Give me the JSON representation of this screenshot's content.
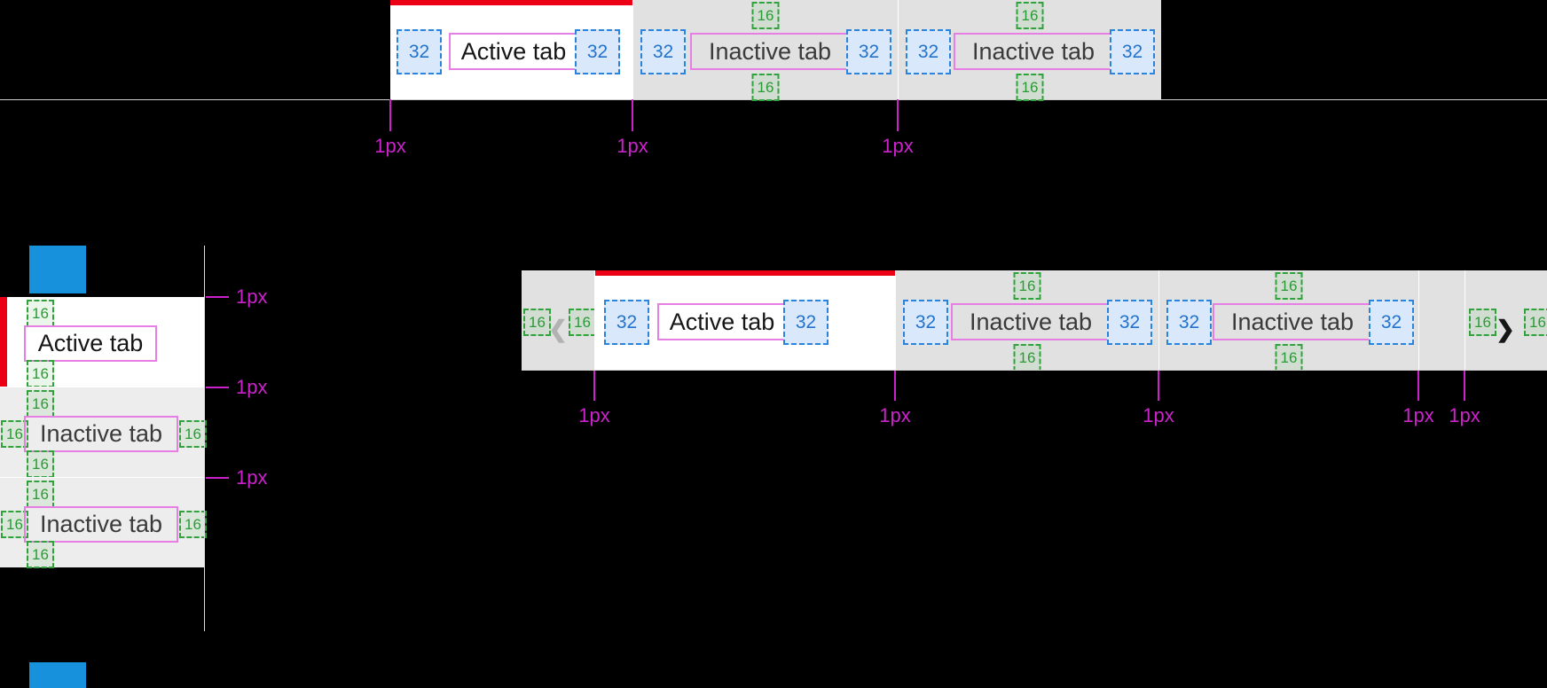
{
  "tokens": {
    "spacing_32": "32",
    "spacing_16": "16"
  },
  "labels": {
    "active_tab": "Active tab",
    "inactive_tab": "Inactive tab"
  },
  "icons": {
    "chevron_left_icon": "❮",
    "chevron_right_icon": "❯"
  },
  "colors": {
    "canvas_background": "#000000",
    "accent_red": "#ec0016",
    "tab_active_background": "#ffffff",
    "tab_inactive_background": "#e1e1e1",
    "divider_white": "#ffffff",
    "annotation_magenta": "#cb22cb",
    "spacing_16_green": "#2fa23c",
    "spacing_32_blue": "#2b83dc",
    "spacing_block_blue": "#1791dc",
    "label_outline_pink": "#e77ee3"
  },
  "top_tabbar": {
    "tabs": [
      {
        "label": "Active tab",
        "state": "active"
      },
      {
        "label": "Inactive tab",
        "state": "inactive"
      },
      {
        "label": "Inactive tab",
        "state": "inactive"
      }
    ],
    "border_annotations": [
      "1px",
      "1px",
      "1px"
    ]
  },
  "vertical_tabbar": {
    "tabs": [
      {
        "label": "Active tab",
        "state": "active"
      },
      {
        "label": "Inactive tab",
        "state": "inactive"
      },
      {
        "label": "Inactive tab",
        "state": "inactive"
      }
    ],
    "border_annotations": [
      "1px",
      "1px",
      "1px"
    ]
  },
  "scrollable_tabbar": {
    "tabs": [
      {
        "label": "Active tab",
        "state": "active"
      },
      {
        "label": "Inactive tab",
        "state": "inactive"
      },
      {
        "label": "Inactive tab",
        "state": "inactive"
      }
    ],
    "border_annotations": [
      "1px",
      "1px",
      "1px",
      "1px",
      "1px"
    ]
  }
}
